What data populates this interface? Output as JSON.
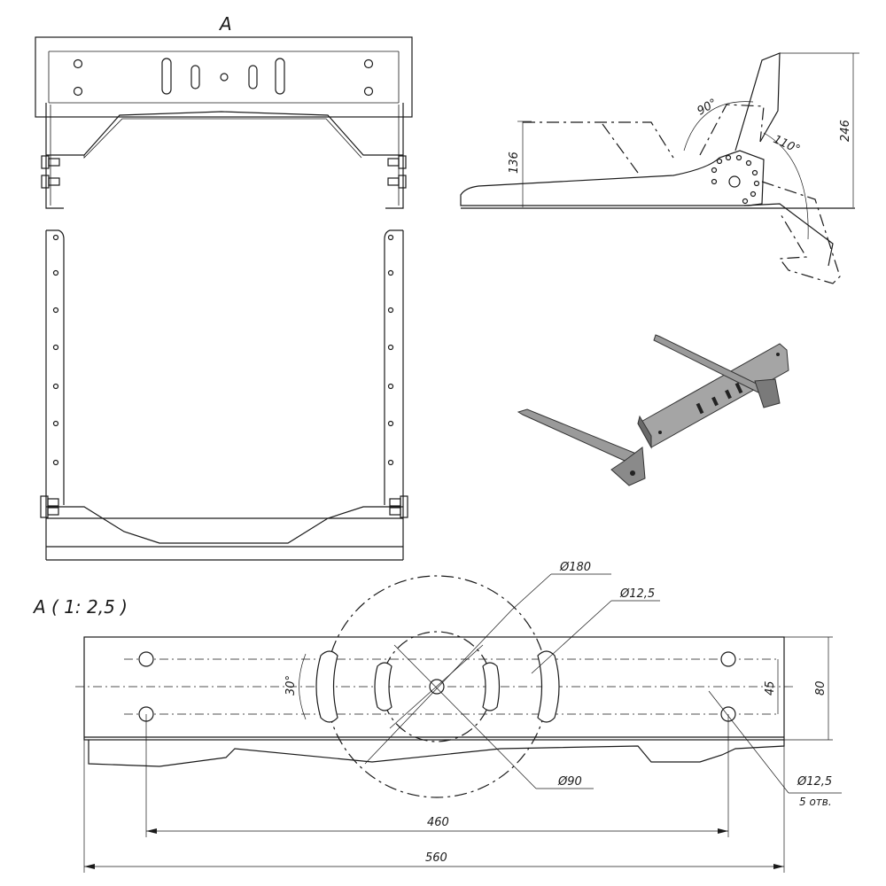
{
  "view_label_top": "A",
  "view_label_detail": "A ( 1: 2,5 )",
  "dimensions": {
    "height_136": "136",
    "height_246": "246",
    "angle_90": "90°",
    "angle_110": "110°",
    "dia_180": "Ø180",
    "dia_12_5_top": "Ø12,5",
    "dia_90": "Ø90",
    "dia_12_5_bottom": "Ø12,5",
    "holes_note": "5 отв.",
    "angle_30": "30°",
    "dim_45": "45",
    "dim_80": "80",
    "dim_460": "460",
    "dim_560": "560"
  },
  "colors": {
    "line": "#1a1a1a",
    "render_fill": "#9a9a9a",
    "render_dark": "#4a4a4a"
  }
}
